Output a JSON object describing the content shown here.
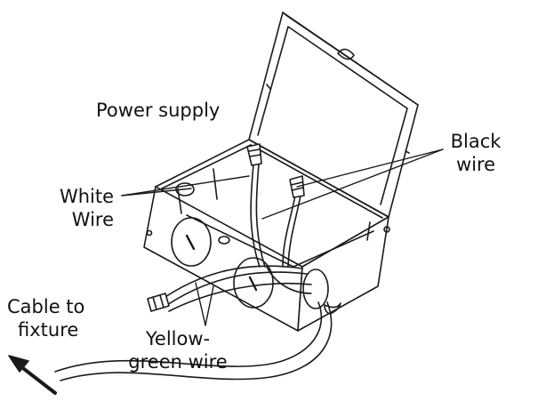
{
  "labels": {
    "power_supply": "Power supply",
    "black_wire_1": "Black",
    "black_wire_2": "wire",
    "white_wire_1": "White",
    "white_wire_2": "Wire",
    "cable_1": "Cable to",
    "cable_2": "fixture",
    "yellow_green_1": "Yellow-",
    "yellow_green_2": "green wire"
  },
  "colors": {
    "line": "#1a1a1a",
    "background": "#ffffff"
  }
}
